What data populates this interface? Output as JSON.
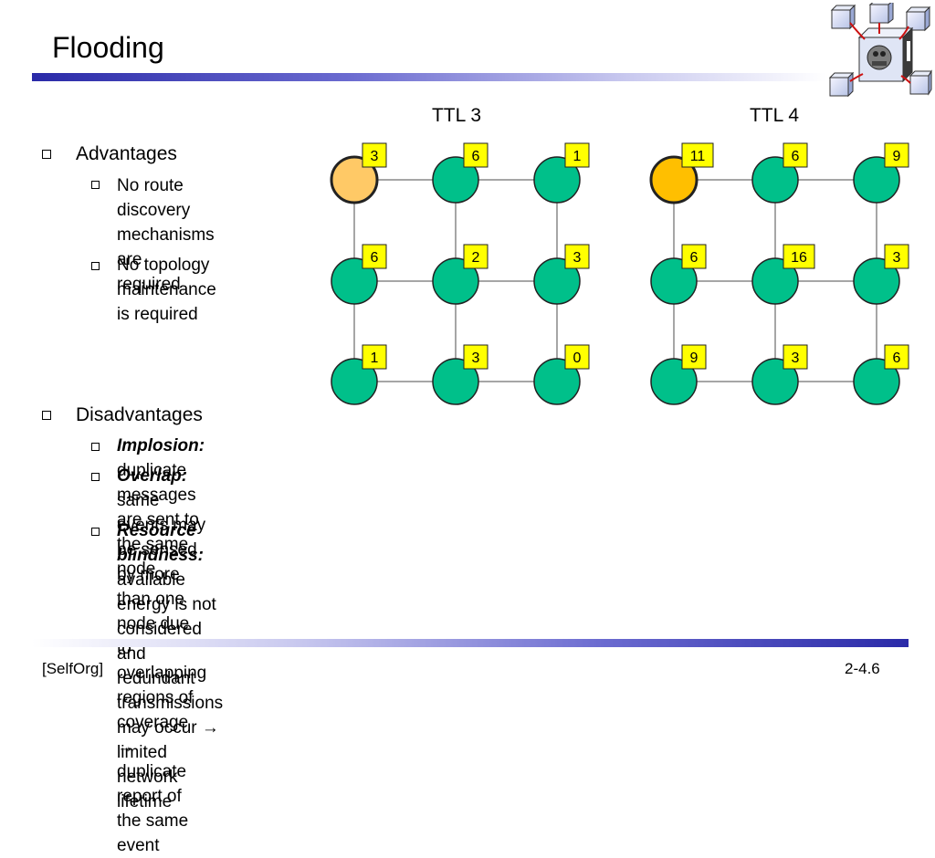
{
  "slide": {
    "title": "Flooding",
    "footer_left": "[SelfOrg]",
    "footer_right": "2-4.6"
  },
  "advantages": {
    "heading": "Advantages",
    "items": [
      [
        "No route discovery",
        "mechanisms are",
        "required"
      ],
      [
        "No topology",
        "maintenance",
        "is required"
      ]
    ]
  },
  "disadvantages": {
    "heading": "Disadvantages",
    "items": [
      {
        "term": "Implosion:",
        "lines": [
          " duplicate messages are sent to the same node"
        ]
      },
      {
        "term": "Overlap:",
        "lines": [
          " same events may be sensed by more than one node due to overlapping",
          "regions of coverage → duplicate report of the same event"
        ]
      },
      {
        "term": "Resource blindness:",
        "lines": [
          " available energy is not considered and redundant",
          "transmissions may occur → limited network lifetime"
        ]
      }
    ]
  },
  "grids": [
    {
      "label": "TTL 3",
      "values": [
        [
          "3",
          "6",
          "1"
        ],
        [
          "6",
          "2",
          "3"
        ],
        [
          "1",
          "3",
          "0"
        ]
      ],
      "source_color": "#ffc966"
    },
    {
      "label": "TTL 4",
      "values": [
        [
          "11",
          "6",
          "9"
        ],
        [
          "6",
          "16",
          "3"
        ],
        [
          "9",
          "3",
          "6"
        ]
      ],
      "source_color": "#ffbf00"
    }
  ],
  "colors": {
    "node": "#00c08a",
    "label_bg": "#ffff00",
    "edge": "#888888"
  },
  "icons": [
    "self-organization-cube-icon"
  ]
}
